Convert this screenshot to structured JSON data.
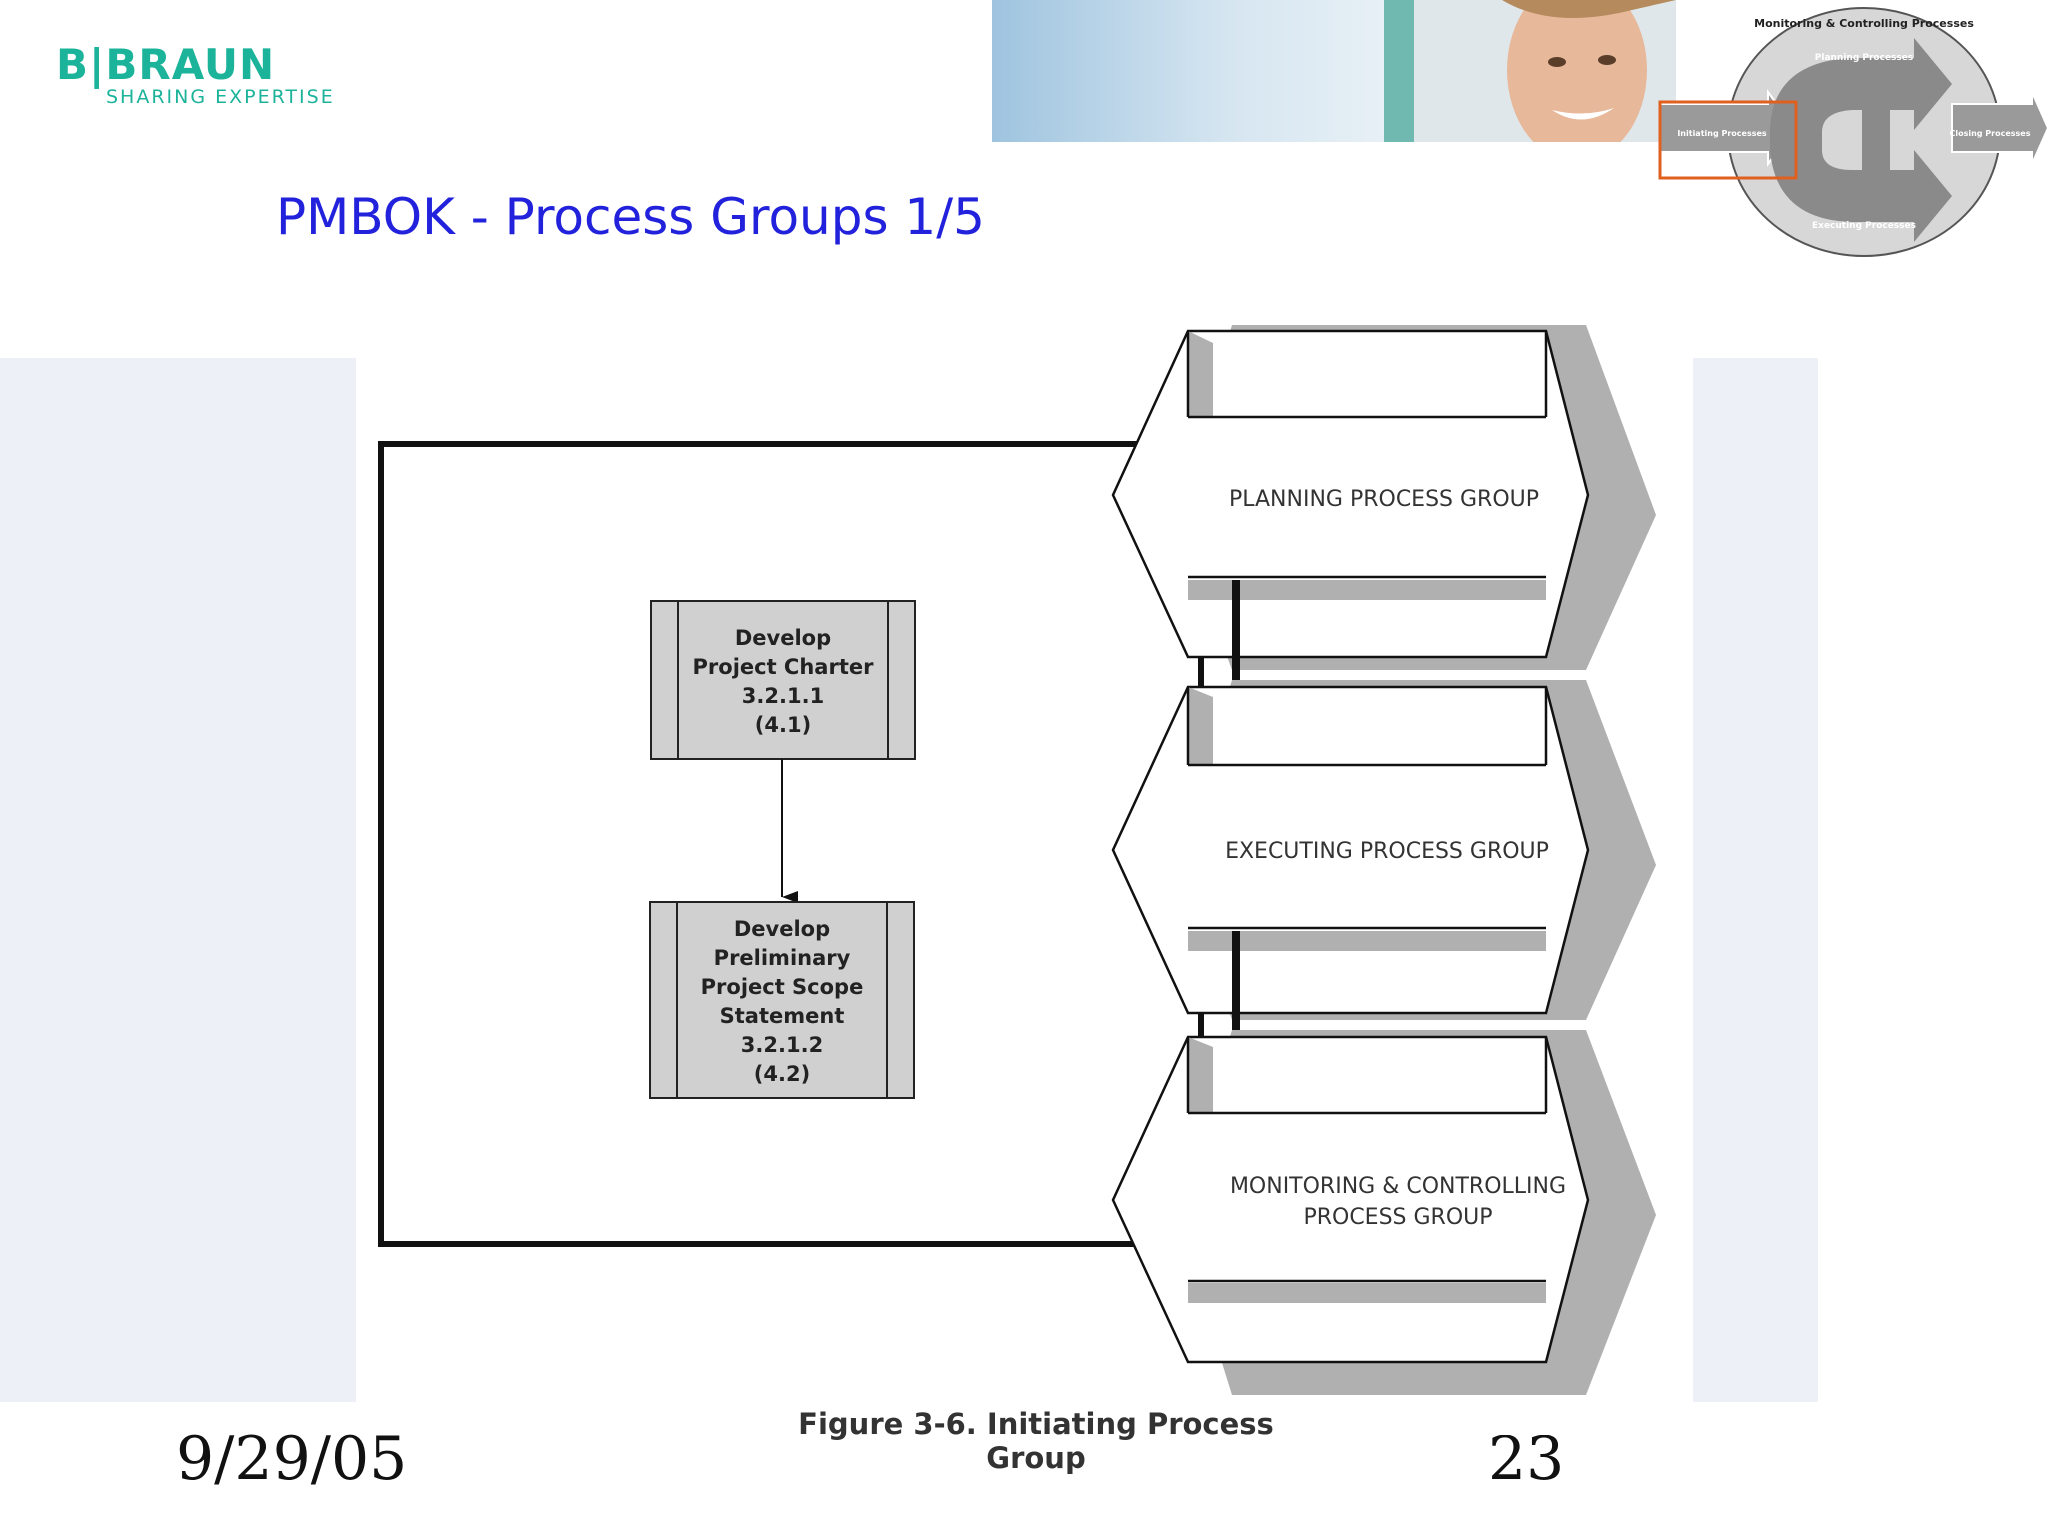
{
  "header": {
    "logo_text": "B|BRAUN",
    "logo_tagline": "SHARING EXPERTISE",
    "title": "PMBOK - Process Groups 1/5"
  },
  "cycle_graphic": {
    "top_label": "Monitoring & Controlling Processes",
    "inner_top": "Planning Processes",
    "left": "Initiating Processes",
    "right": "Closing Processes",
    "bottom": "Executing Processes",
    "highlight_color": "#e06020"
  },
  "diagram": {
    "boxes": [
      {
        "lines": [
          "Develop",
          "Project Charter",
          "3.2.1.1",
          "(4.1)"
        ]
      },
      {
        "lines": [
          "Develop",
          "Preliminary",
          "Project Scope",
          "Statement",
          "3.2.1.2",
          "(4.2)"
        ]
      }
    ],
    "arrows": [
      {
        "lines": [
          "PLANNING PROCESS GROUP"
        ]
      },
      {
        "lines": [
          "EXECUTING PROCESS GROUP"
        ]
      },
      {
        "lines": [
          "MONITORING & CONTROLLING",
          "PROCESS GROUP"
        ]
      }
    ],
    "caption": "Figure 3-6. Initiating Process Group"
  },
  "footer": {
    "date": "9/29/05",
    "page": "23"
  }
}
